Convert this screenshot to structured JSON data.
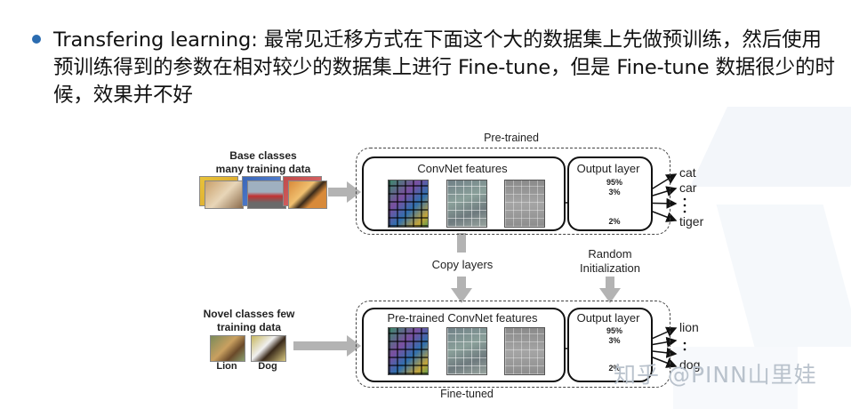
{
  "slide": {
    "bullet_text": "Transfering learning: 最常见迁移方式在下面这个大的数据集上先做预训练，然后使用预训练得到的参数在相对较少的数据集上进行 Fine-tune，但是 Fine-tune 数据很少的时候，效果并不好"
  },
  "diagram": {
    "pretrained_label": "Pre-trained",
    "finetuned_label": "Fine-tuned",
    "base_classes_line1": "Base classes",
    "base_classes_line2": "many training data",
    "novel_classes_line1": "Novel classes few",
    "novel_classes_line2": "training data",
    "convnet_features": "ConvNet features",
    "pretrained_convnet_features": "Pre-trained ConvNet features",
    "output_layer_top": "Output layer",
    "output_layer_bottom": "Output layer",
    "copy_layers": "Copy layers",
    "random_init_line1": "Random",
    "random_init_line2": "Initialization",
    "top_probs": [
      "95%",
      "3%",
      "2%"
    ],
    "bottom_probs": [
      "95%",
      "3%",
      "2%"
    ],
    "top_outputs": [
      "cat",
      "car",
      "tiger"
    ],
    "bottom_outputs": [
      "lion",
      "dog"
    ],
    "novel_images": [
      "Lion",
      "Dog"
    ]
  },
  "watermark": "知乎 @PINN山里娃",
  "colors": {
    "bullet": "#2b6cb0",
    "arrow_gray": "#b3b3b3",
    "watermark": "#b9c2cc"
  }
}
